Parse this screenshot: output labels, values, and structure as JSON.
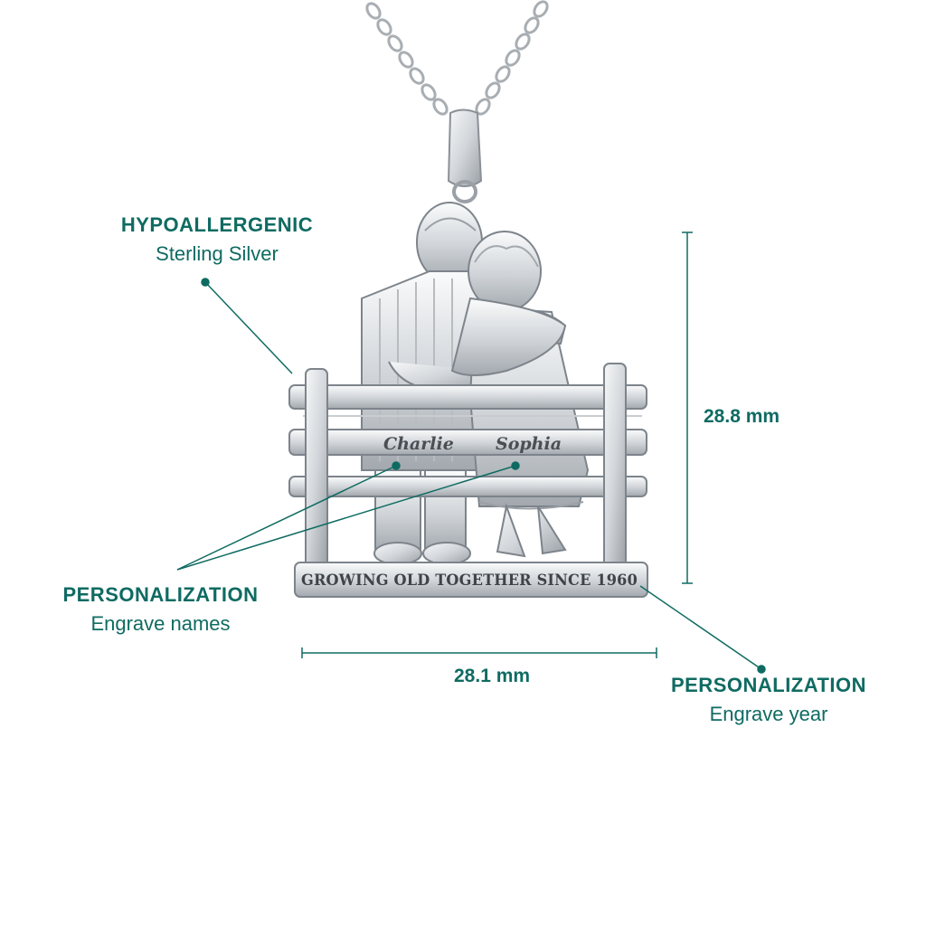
{
  "callouts": {
    "material": {
      "title": "HYPOALLERGENIC",
      "subtitle": "Sterling Silver"
    },
    "names": {
      "title": "PERSONALIZATION",
      "subtitle": "Engrave names"
    },
    "year": {
      "title": "PERSONALIZATION",
      "subtitle": "Engrave year"
    }
  },
  "dimensions": {
    "height": "28.8 mm",
    "width": "28.1 mm"
  },
  "engraving": {
    "name_left": "Charlie",
    "name_right": "Sophia",
    "plate_text": "GROWING OLD TOGETHER SINCE 1960"
  },
  "colors": {
    "accent": "#0f6b62",
    "silver_light": "#eef0f2",
    "silver_dark": "#8a9096"
  }
}
